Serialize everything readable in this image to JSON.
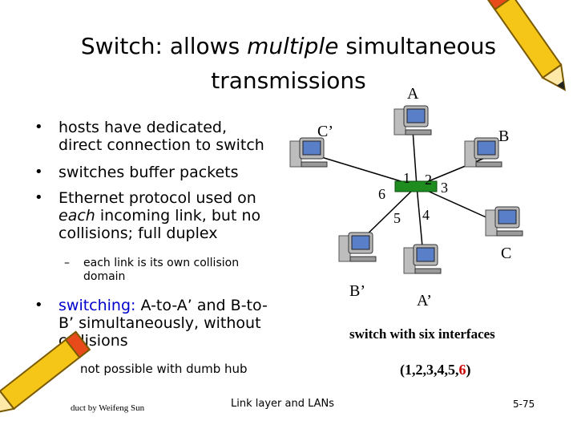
{
  "title": {
    "prefix": "Switch:  allows ",
    "emphasis": "multiple",
    "suffix": " simultaneous",
    "line2": "transmissions"
  },
  "bullets": [
    {
      "text_lines": [
        "hosts have dedicated,",
        "direct connection to switch"
      ]
    },
    {
      "text_lines": [
        "switches buffer packets"
      ]
    },
    {
      "line1": "Ethernet protocol used on",
      "line2_em": "each",
      "line2_rest": " incoming link, but no",
      "line3": "collisions; full duplex"
    }
  ],
  "sub_bullet": {
    "lines": [
      "each link is its own collision",
      "domain"
    ]
  },
  "switching_bullet": {
    "em": "switching:",
    "rest1": " A-to-A’ and B-to-",
    "line2": "B’ simultaneously, without",
    "line3": "collisions"
  },
  "sub_bullet2": {
    "text": "not possible with dumb hub"
  },
  "footer": {
    "left": "duct by Weifeng Sun",
    "center": "Link layer and LANs",
    "right": "5-75"
  },
  "diagram": {
    "hosts": [
      "A",
      "B",
      "C",
      "A’",
      "B’",
      "C’"
    ],
    "interface_numbers": [
      "1",
      "2",
      "3",
      "4",
      "5",
      "6"
    ],
    "caption": "switch with six interfaces",
    "paren_open": "(",
    "paren_list": "1,2,3,4,5,",
    "paren_highlight": "6",
    "paren_close": ")"
  },
  "colors": {
    "switch_body": "#1e8c1e",
    "link": "#000000",
    "monitor_bezel": "#b8b8b8",
    "monitor_screen": "#5a7fc9",
    "tower": "#bdbdbd",
    "pencil_yellow": "#f5c518",
    "pencil_tip": "#e84a1a"
  },
  "icons": [
    "pencil-icon",
    "computer-icon"
  ]
}
